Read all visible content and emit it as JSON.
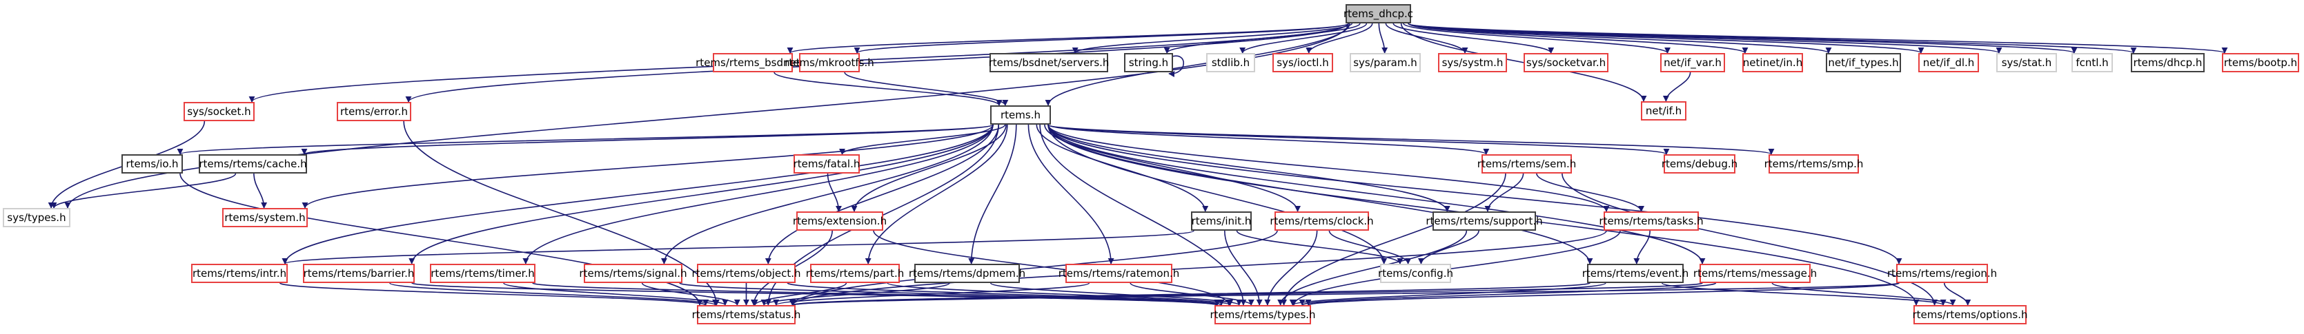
{
  "title": "rtems_dhcp.c include dependency graph",
  "colors": {
    "edge": "#191970",
    "root_fill": "#bfbfbf",
    "root_border": "#404040",
    "documented_border": "#404040",
    "undocumented_border": "#e84040",
    "external_border": "#cfcfcf"
  },
  "nodes": [
    {
      "id": "rtems_dhcp_c",
      "label": "rtems_dhcp.c",
      "kind": "root"
    },
    {
      "id": "rtems_bsdnet_h",
      "label": "rtems/rtems_bsdnet.h",
      "kind": "undoc"
    },
    {
      "id": "mkrootfs_h",
      "label": "rtems/mkrootfs.h",
      "kind": "undoc"
    },
    {
      "id": "servers_h",
      "label": "rtems/bsdnet/servers.h",
      "kind": "doc"
    },
    {
      "id": "string_h",
      "label": "string.h",
      "kind": "doc"
    },
    {
      "id": "stdlib_h",
      "label": "stdlib.h",
      "kind": "ext"
    },
    {
      "id": "ioctl_h",
      "label": "sys/ioctl.h",
      "kind": "undoc"
    },
    {
      "id": "param_h",
      "label": "sys/param.h",
      "kind": "ext"
    },
    {
      "id": "systm_h",
      "label": "sys/systm.h",
      "kind": "undoc"
    },
    {
      "id": "socketvar_h",
      "label": "sys/socketvar.h",
      "kind": "undoc"
    },
    {
      "id": "if_var_h",
      "label": "net/if_var.h",
      "kind": "undoc"
    },
    {
      "id": "netinet_in_h",
      "label": "netinet/in.h",
      "kind": "undoc"
    },
    {
      "id": "if_types_h",
      "label": "net/if_types.h",
      "kind": "doc"
    },
    {
      "id": "if_dl_h",
      "label": "net/if_dl.h",
      "kind": "undoc"
    },
    {
      "id": "stat_h",
      "label": "sys/stat.h",
      "kind": "ext"
    },
    {
      "id": "fcntl_h",
      "label": "fcntl.h",
      "kind": "ext"
    },
    {
      "id": "dhcp_h",
      "label": "rtems/dhcp.h",
      "kind": "doc"
    },
    {
      "id": "bootp_h",
      "label": "rtems/bootp.h",
      "kind": "undoc"
    },
    {
      "id": "socket_h",
      "label": "sys/socket.h",
      "kind": "undoc"
    },
    {
      "id": "error_h",
      "label": "rtems/error.h",
      "kind": "undoc"
    },
    {
      "id": "net_if_h",
      "label": "net/if.h",
      "kind": "undoc"
    },
    {
      "id": "rtems_h",
      "label": "rtems.h",
      "kind": "doc"
    },
    {
      "id": "sys_types_h",
      "label": "sys/types.h",
      "kind": "ext"
    },
    {
      "id": "io_h",
      "label": "rtems/io.h",
      "kind": "doc"
    },
    {
      "id": "cache_h",
      "label": "rtems/rtems/cache.h",
      "kind": "doc"
    },
    {
      "id": "fatal_h",
      "label": "rtems/fatal.h",
      "kind": "undoc"
    },
    {
      "id": "sem_h",
      "label": "rtems/rtems/sem.h",
      "kind": "undoc"
    },
    {
      "id": "debug_h",
      "label": "rtems/debug.h",
      "kind": "undoc"
    },
    {
      "id": "smp_h",
      "label": "rtems/rtems/smp.h",
      "kind": "undoc"
    },
    {
      "id": "system_h",
      "label": "rtems/system.h",
      "kind": "undoc"
    },
    {
      "id": "extension_h",
      "label": "rtems/extension.h",
      "kind": "undoc"
    },
    {
      "id": "init_h",
      "label": "rtems/init.h",
      "kind": "doc"
    },
    {
      "id": "clock_h",
      "label": "rtems/rtems/clock.h",
      "kind": "undoc"
    },
    {
      "id": "support_h",
      "label": "rtems/rtems/support.h",
      "kind": "doc"
    },
    {
      "id": "tasks_h",
      "label": "rtems/rtems/tasks.h",
      "kind": "undoc"
    },
    {
      "id": "intr_h",
      "label": "rtems/rtems/intr.h",
      "kind": "undoc"
    },
    {
      "id": "barrier_h",
      "label": "rtems/rtems/barrier.h",
      "kind": "undoc"
    },
    {
      "id": "timer_h",
      "label": "rtems/rtems/timer.h",
      "kind": "undoc"
    },
    {
      "id": "signal_h",
      "label": "rtems/rtems/signal.h",
      "kind": "undoc"
    },
    {
      "id": "object_h",
      "label": "rtems/rtems/object.h",
      "kind": "undoc"
    },
    {
      "id": "part_h",
      "label": "rtems/rtems/part.h",
      "kind": "undoc"
    },
    {
      "id": "dpmem_h",
      "label": "rtems/rtems/dpmem.h",
      "kind": "doc"
    },
    {
      "id": "ratemon_h",
      "label": "rtems/rtems/ratemon.h",
      "kind": "undoc"
    },
    {
      "id": "config_h",
      "label": "rtems/config.h",
      "kind": "ext"
    },
    {
      "id": "event_h",
      "label": "rtems/rtems/event.h",
      "kind": "doc"
    },
    {
      "id": "message_h",
      "label": "rtems/rtems/message.h",
      "kind": "undoc"
    },
    {
      "id": "region_h",
      "label": "rtems/rtems/region.h",
      "kind": "undoc"
    },
    {
      "id": "status_h",
      "label": "rtems/rtems/status.h",
      "kind": "undoc"
    },
    {
      "id": "types_h",
      "label": "rtems/rtems/types.h",
      "kind": "undoc"
    },
    {
      "id": "options_h",
      "label": "rtems/rtems/options.h",
      "kind": "undoc"
    }
  ],
  "edges": [
    [
      "rtems_dhcp_c",
      "sys_types_h"
    ],
    [
      "rtems_dhcp_c",
      "socket_h"
    ],
    [
      "rtems_dhcp_c",
      "error_h"
    ],
    [
      "rtems_dhcp_c",
      "rtems_bsdnet_h"
    ],
    [
      "rtems_dhcp_c",
      "mkrootfs_h"
    ],
    [
      "rtems_dhcp_c",
      "rtems_h"
    ],
    [
      "rtems_dhcp_c",
      "servers_h"
    ],
    [
      "rtems_dhcp_c",
      "string_h"
    ],
    [
      "rtems_dhcp_c",
      "stdlib_h"
    ],
    [
      "rtems_dhcp_c",
      "ioctl_h"
    ],
    [
      "rtems_dhcp_c",
      "param_h"
    ],
    [
      "rtems_dhcp_c",
      "systm_h"
    ],
    [
      "rtems_dhcp_c",
      "socketvar_h"
    ],
    [
      "rtems_dhcp_c",
      "if_var_h"
    ],
    [
      "rtems_dhcp_c",
      "net_if_h"
    ],
    [
      "rtems_dhcp_c",
      "netinet_in_h"
    ],
    [
      "rtems_dhcp_c",
      "if_types_h"
    ],
    [
      "rtems_dhcp_c",
      "if_dl_h"
    ],
    [
      "rtems_dhcp_c",
      "stat_h"
    ],
    [
      "rtems_dhcp_c",
      "fcntl_h"
    ],
    [
      "rtems_dhcp_c",
      "dhcp_h"
    ],
    [
      "rtems_dhcp_c",
      "bootp_h"
    ],
    [
      "string_h",
      "string_h"
    ],
    [
      "if_var_h",
      "net_if_h"
    ],
    [
      "rtems_bsdnet_h",
      "rtems_h"
    ],
    [
      "mkrootfs_h",
      "rtems_h"
    ],
    [
      "socket_h",
      "sys_types_h"
    ],
    [
      "error_h",
      "status_h"
    ],
    [
      "rtems_h",
      "io_h"
    ],
    [
      "rtems_h",
      "cache_h"
    ],
    [
      "rtems_h",
      "system_h"
    ],
    [
      "rtems_h",
      "fatal_h"
    ],
    [
      "rtems_h",
      "extension_h"
    ],
    [
      "rtems_h",
      "init_h"
    ],
    [
      "rtems_h",
      "clock_h"
    ],
    [
      "rtems_h",
      "support_h"
    ],
    [
      "rtems_h",
      "sem_h"
    ],
    [
      "rtems_h",
      "debug_h"
    ],
    [
      "rtems_h",
      "smp_h"
    ],
    [
      "rtems_h",
      "tasks_h"
    ],
    [
      "rtems_h",
      "event_h"
    ],
    [
      "rtems_h",
      "message_h"
    ],
    [
      "rtems_h",
      "region_h"
    ],
    [
      "rtems_h",
      "options_h"
    ],
    [
      "rtems_h",
      "intr_h"
    ],
    [
      "rtems_h",
      "barrier_h"
    ],
    [
      "rtems_h",
      "timer_h"
    ],
    [
      "rtems_h",
      "signal_h"
    ],
    [
      "rtems_h",
      "object_h"
    ],
    [
      "rtems_h",
      "part_h"
    ],
    [
      "rtems_h",
      "dpmem_h"
    ],
    [
      "rtems_h",
      "ratemon_h"
    ],
    [
      "rtems_h",
      "config_h"
    ],
    [
      "rtems_h",
      "status_h"
    ],
    [
      "rtems_h",
      "types_h"
    ],
    [
      "io_h",
      "status_h"
    ],
    [
      "cache_h",
      "sys_types_h"
    ],
    [
      "cache_h",
      "system_h"
    ],
    [
      "fatal_h",
      "extension_h"
    ],
    [
      "extension_h",
      "status_h"
    ],
    [
      "extension_h",
      "types_h"
    ],
    [
      "init_h",
      "intr_h"
    ],
    [
      "init_h",
      "config_h"
    ],
    [
      "init_h",
      "types_h"
    ],
    [
      "clock_h",
      "config_h"
    ],
    [
      "clock_h",
      "types_h"
    ],
    [
      "clock_h",
      "status_h"
    ],
    [
      "sem_h",
      "support_h"
    ],
    [
      "sem_h",
      "tasks_h"
    ],
    [
      "sem_h",
      "types_h"
    ],
    [
      "sem_h",
      "options_h"
    ],
    [
      "support_h",
      "config_h"
    ],
    [
      "support_h",
      "types_h"
    ],
    [
      "tasks_h",
      "event_h"
    ],
    [
      "tasks_h",
      "types_h"
    ],
    [
      "tasks_h",
      "status_h"
    ],
    [
      "intr_h",
      "status_h"
    ],
    [
      "barrier_h",
      "status_h"
    ],
    [
      "barrier_h",
      "types_h"
    ],
    [
      "timer_h",
      "status_h"
    ],
    [
      "timer_h",
      "types_h"
    ],
    [
      "signal_h",
      "status_h"
    ],
    [
      "signal_h",
      "types_h"
    ],
    [
      "object_h",
      "status_h"
    ],
    [
      "object_h",
      "types_h"
    ],
    [
      "part_h",
      "status_h"
    ],
    [
      "part_h",
      "types_h"
    ],
    [
      "dpmem_h",
      "status_h"
    ],
    [
      "dpmem_h",
      "types_h"
    ],
    [
      "ratemon_h",
      "status_h"
    ],
    [
      "ratemon_h",
      "types_h"
    ],
    [
      "event_h",
      "status_h"
    ],
    [
      "event_h",
      "types_h"
    ],
    [
      "event_h",
      "options_h"
    ],
    [
      "message_h",
      "status_h"
    ],
    [
      "message_h",
      "types_h"
    ],
    [
      "message_h",
      "options_h"
    ],
    [
      "region_h",
      "status_h"
    ],
    [
      "region_h",
      "types_h"
    ],
    [
      "region_h",
      "options_h"
    ]
  ]
}
